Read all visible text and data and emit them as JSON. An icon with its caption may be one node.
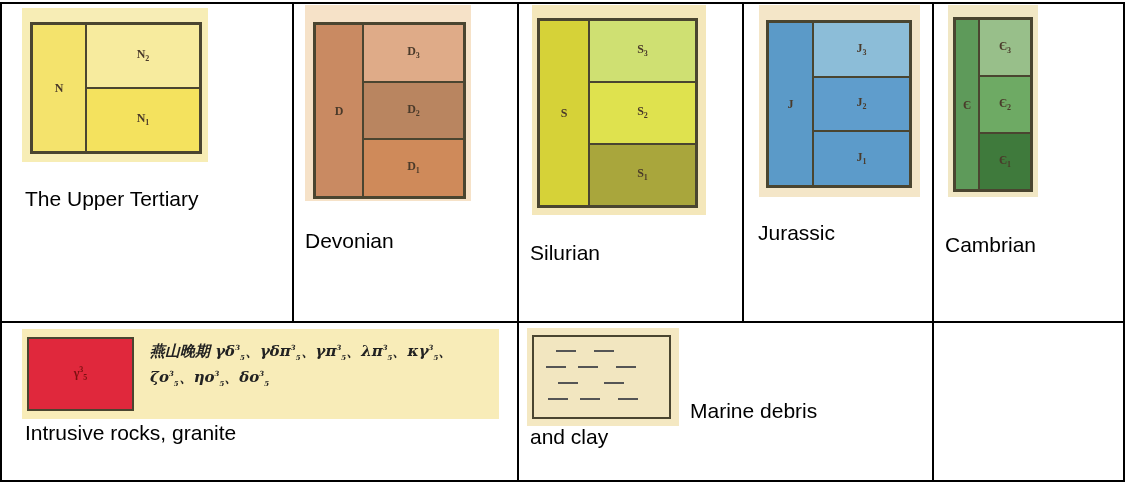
{
  "diagram": {
    "nodes": [
      {
        "text": [],
        "shape": "box",
        "beside": [
          "The Upper Tertiary"
        ]
      },
      {
        "text": [
          "N"
        ],
        "in": 0
      },
      {
        "text": [
          "N$_{2}$"
        ],
        "in": 0
      },
      {
        "text": [
          "N$_{1}$"
        ],
        "in": 0
      },
      {
        "text": [],
        "shape": "box",
        "beside": [
          "Devonian"
        ]
      },
      {
        "text": [
          "D"
        ],
        "in": 4
      },
      {
        "text": [
          "D$_{3}$"
        ],
        "in": 4
      },
      {
        "text": [
          "D$_{2}$"
        ],
        "in": 4
      },
      {
        "text": [
          "D$_{1}$"
        ],
        "in": 4
      },
      {
        "text": [],
        "shape": "box",
        "beside": [
          "Silurian"
        ]
      },
      {
        "text": [
          "S"
        ],
        "in": 9
      },
      {
        "text": [
          "S$_{3}$"
        ],
        "in": 9
      },
      {
        "text": [
          "S$_{2}$"
        ],
        "in": 9
      },
      {
        "text": [
          "S$_{1}$"
        ],
        "in": 9
      },
      {
        "text": [],
        "shape": "box",
        "beside": [
          "Jurassic"
        ]
      },
      {
        "text": [
          "J"
        ],
        "in": 14
      },
      {
        "text": [
          "J$_{3}$"
        ],
        "in": 14
      },
      {
        "text": [
          "J$_{2}$"
        ],
        "in": 14
      },
      {
        "text": [
          "J$_{1}$"
        ],
        "in": 14
      },
      {
        "text": [],
        "shape": "box",
        "beside": [
          "Cambrian"
        ]
      },
      {
        "text": [
          "Є"
        ],
        "in": 19
      },
      {
        "text": [
          "Є$_{3}$"
        ],
        "in": 19
      },
      {
        "text": [
          "Є$_{2}$"
        ],
        "in": 19
      },
      {
        "text": [
          "Є$_{1}$"
        ],
        "in": 19
      },
      {
        "text": [
          "γ$^{3}$$_{5}$"
        ],
        "beside": [
          "燕山晚期 γδ$^{3}$$_{5}$、γδπ$^{3}$$_{5}$、γπ$^{3}$$_{5}$、λπ$^{3}$$_{5}$、κγ$^{3}$$_{5}$、ζο$^{3}$$_{5}$、ηο$^{3}$$_{5}$、δο$^{3}$$_{5}$",
          "Intrusive rocks, granite"
        ]
      },
      {
        "text": [],
        "shape": "box",
        "beside": [
          "Marine debris and clay"
        ]
      }
    ]
  }
}
